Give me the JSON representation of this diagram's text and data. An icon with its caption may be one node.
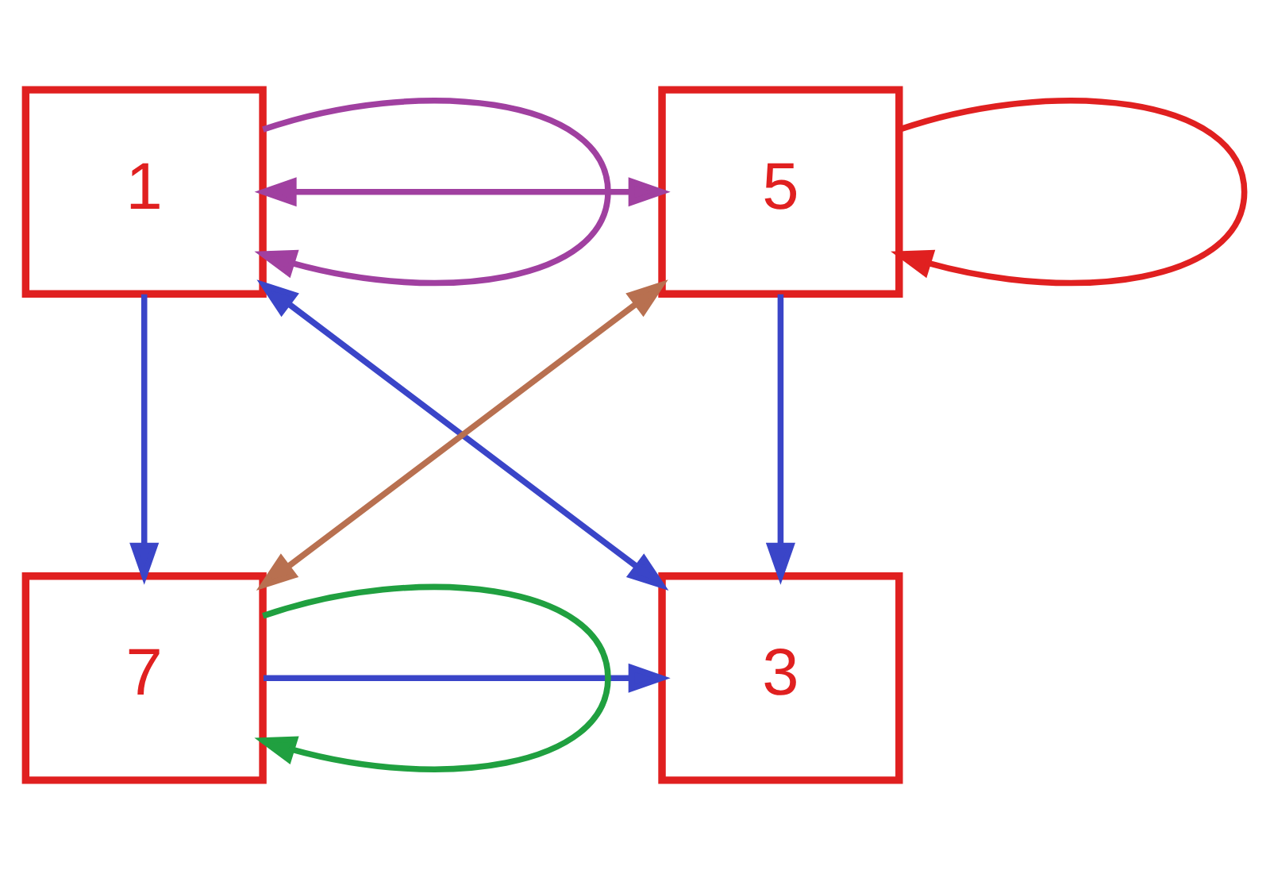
{
  "diagram": {
    "nodes": [
      {
        "text": [
          "1"
        ]
      },
      {
        "text": [
          "5"
        ]
      },
      {
        "text": [
          "3"
        ]
      },
      {
        "text": [
          "7"
        ]
      }
    ],
    "edges": [
      {
        "from": 0,
        "to": 0,
        "arrow": "to",
        "color": "#a040a0"
      },
      {
        "from": 1,
        "to": 1,
        "arrow": "to",
        "color": "#e02020"
      },
      {
        "from": 0,
        "to": 1,
        "arrow": "both",
        "color": "#a040a0"
      },
      {
        "from": 0,
        "to": 2,
        "arrow": "both"
      },
      {
        "from": 0,
        "to": 3,
        "arrow": "to"
      },
      {
        "from": 1,
        "to": 2,
        "arrow": "to"
      },
      {
        "from": 1,
        "to": 3,
        "arrow": "both",
        "color": "#b87050"
      },
      {
        "from": 3,
        "to": 3,
        "arrow": "to",
        "color": "#20a040"
      },
      {
        "from": 3,
        "to": 2,
        "arrow": "to"
      }
    ]
  }
}
